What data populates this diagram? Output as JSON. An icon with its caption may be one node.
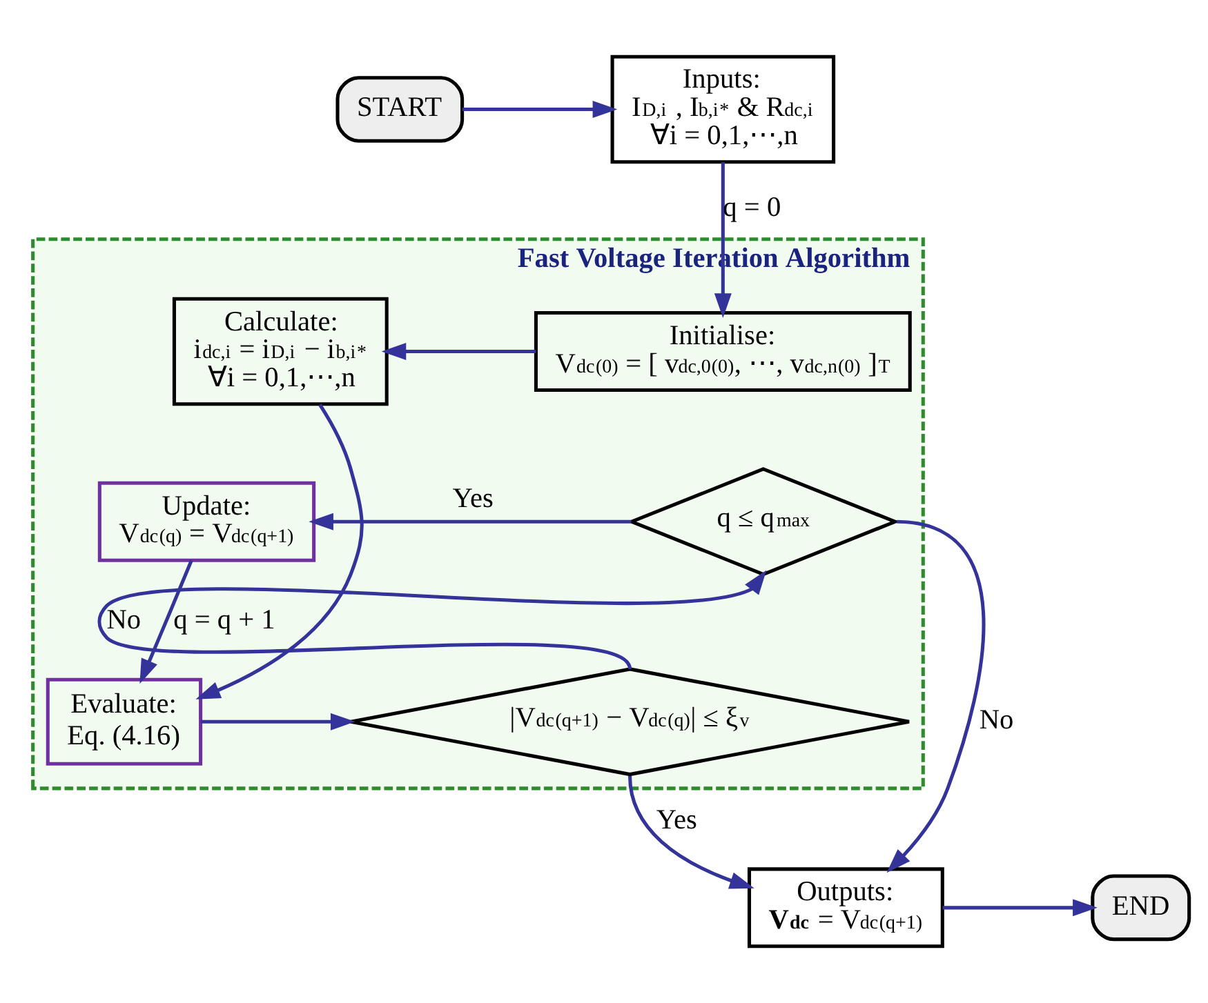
{
  "diagram": {
    "nodes": [
      {
        "text": [
          "START"
        ]
      },
      {
        "text": [
          "Inputs:",
          "I$_{D,i}$ , I$_{b,i}$$^{*}$ & R$_{dc,i}$",
          "∀i = 0,1,⋯,n"
        ]
      },
      {
        "text": [
          "Fast Voltage Iteration Algorithm"
        ]
      },
      {
        "text": [
          "Initialise:",
          "V$_{dc}$$^{(0)}$ = [ v$_{dc,0}$$^{(0)}$, ⋯, v$_{dc,n}$$^{(0)}$ ]$^{T}$"
        ],
        "in": 2
      },
      {
        "text": [
          "Calculate:",
          "i$_{dc,i}$ = i$_{D,i}$ − i$_{b,i}$$^{*}$",
          "∀i = 0,1,⋯,n"
        ],
        "in": 2
      },
      {
        "text": [
          "Update:",
          "V$_{dc}$$^{(q)}$ = V$_{dc}$$^{(q+1)}$"
        ],
        "in": 2
      },
      {
        "text": [
          "q ≤ q$_{max}$"
        ],
        "in": 2
      },
      {
        "text": [
          "Evaluate:",
          "Eq. (4.16)"
        ],
        "in": 2
      },
      {
        "text": [
          "|V$_{dc}$$^{(q+1)}$ − V$_{dc}$$^{(q)}$| ≤ ξ$_{v}$"
        ],
        "in": 2
      },
      {
        "text": [
          "Outputs:",
          "**V$_{dc}$** = V$_{dc}$$^{(q+1)}$"
        ]
      },
      {
        "text": [
          "END"
        ]
      }
    ],
    "edges": [
      {
        "from": 0,
        "to": 1,
        "arrow": "to"
      },
      {
        "from": 1,
        "to": 3,
        "arrow": "to",
        "label": "q = 0"
      },
      {
        "from": 3,
        "to": 4,
        "arrow": "to"
      },
      {
        "from": 4,
        "to": 7,
        "arrow": "to"
      },
      {
        "from": 5,
        "to": 7,
        "arrow": "to",
        "label": "q = q + 1"
      },
      {
        "from": 7,
        "to": 8,
        "arrow": "to"
      },
      {
        "from": 8,
        "to": 6,
        "arrow": "to",
        "label": "No"
      },
      {
        "from": 6,
        "to": 5,
        "arrow": "to",
        "label": "Yes"
      },
      {
        "from": 6,
        "to": 9,
        "arrow": "to",
        "label": "No"
      },
      {
        "from": 8,
        "to": 9,
        "arrow": "to",
        "label": "Yes"
      },
      {
        "from": 9,
        "to": 10,
        "arrow": "to"
      }
    ]
  }
}
